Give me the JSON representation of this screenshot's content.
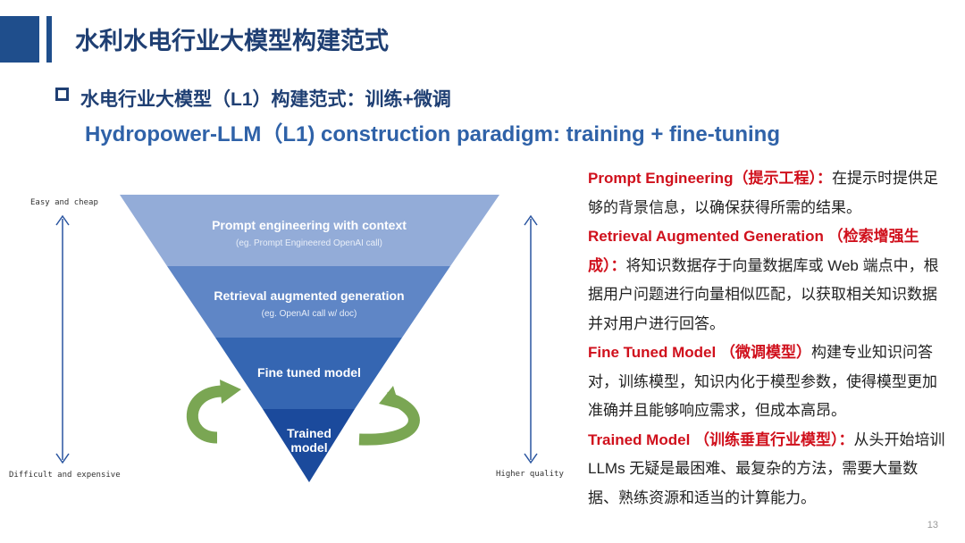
{
  "header": {
    "title": "水利水电行业大模型构建范式"
  },
  "subtitle": {
    "cn": "水电行业大模型（L1）构建范式：训练+微调",
    "en": "Hydropower-LLM（L1) construction paradigm: training + fine-tuning"
  },
  "diagram": {
    "left_top_label": "Easy and cheap",
    "left_bottom_label": "Difficult and expensive",
    "right_bottom_label": "Higher quality",
    "layers": [
      {
        "title": "Prompt engineering with context",
        "subtitle": "(eg. Prompt Engineered OpenAI call)",
        "color": "#93acd8"
      },
      {
        "title": "Retrieval augmented generation",
        "subtitle": "(eg. OpenAI call w/ doc)",
        "color": "#5f86c6"
      },
      {
        "title": "Fine tuned model",
        "subtitle": "",
        "color": "#3566b2"
      },
      {
        "title_line1": "Trained",
        "title_line2": "model",
        "color": "#1b4a9c"
      }
    ],
    "arrow_color": "#7aa653"
  },
  "descriptions": [
    {
      "term": "Prompt Engineering（提示工程）：",
      "text": "在提示时提供足够的背景信息，以确保获得所需的结果。"
    },
    {
      "term": "Retrieval Augmented Generation （检索增强生成）：",
      "text": "将知识数据存于向量数据库或 Web 端点中，根据用户问题进行向量相似匹配，以获取相关知识数据并对用户进行回答。"
    },
    {
      "term": "Fine Tuned Model （微调模型）",
      "text": "构建专业知识问答对，训练模型，知识内化于模型参数，使得模型更加准确并且能够响应需求，但成本高昂。"
    },
    {
      "term": "Trained Model （训练垂直行业模型）：",
      "text": "从头开始培训 LLMs 无疑是最困难、最复杂的方法，需要大量数据、熟练资源和适当的计算能力。"
    }
  ],
  "page_number": "13"
}
